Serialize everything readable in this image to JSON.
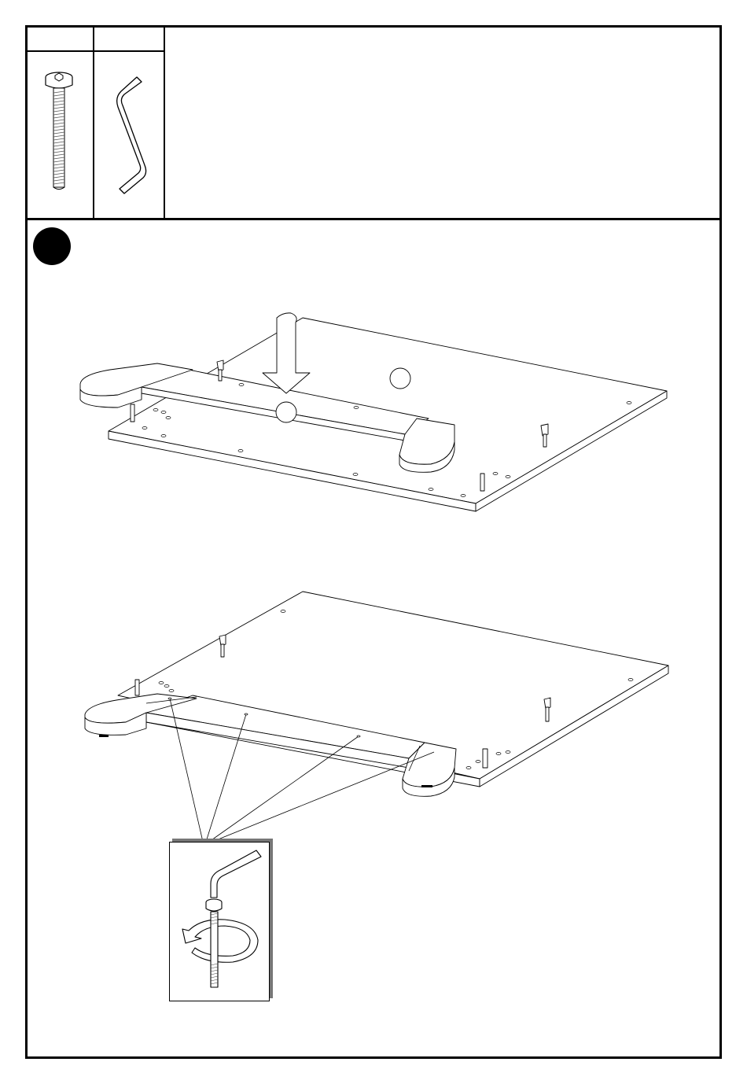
{
  "parts": [
    {
      "qty": "",
      "icon": "screw-bolt-icon"
    },
    {
      "qty": "",
      "icon": "allen-key-icon"
    }
  ],
  "step": {
    "number": ""
  },
  "drawings": {
    "top": "panel-with-arrow",
    "bottom": "assembled-base",
    "detail": "tighten-detail"
  },
  "colors": {
    "ink": "#000000",
    "paper": "#ffffff",
    "shadow": "#777777"
  }
}
